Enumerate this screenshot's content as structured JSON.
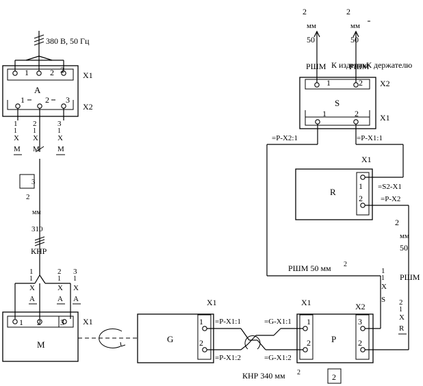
{
  "supply": {
    "label": "380 В, 50 Гц"
  },
  "block_a": {
    "name": "A",
    "strip_top": "X1",
    "strip_bottom": "X2",
    "top_pins": [
      "1",
      "2",
      "2"
    ],
    "bottom_pins": [
      "1",
      "2",
      "3"
    ]
  },
  "block_s": {
    "name": "S",
    "strip_top": "X2",
    "strip_bottom": "X1",
    "top_pins": [
      "1",
      "2"
    ],
    "bottom_pins": [
      "1",
      "2"
    ]
  },
  "block_r": {
    "name": "R",
    "strip": "X1",
    "pins": [
      "1",
      "2"
    ]
  },
  "block_m": {
    "name": "M",
    "strip": "X1",
    "pins": [
      "1",
      "2",
      "3"
    ]
  },
  "block_g": {
    "name": "G",
    "strip": "X1",
    "pins": [
      "1",
      "2"
    ]
  },
  "block_p": {
    "name": "P",
    "strip_left": "X1",
    "strip_right": "X2",
    "left_pins": [
      "1",
      "2"
    ],
    "right_pins": [
      "3",
      "2"
    ]
  },
  "top_cables": {
    "left_sup": "2",
    "left_unit": "мм",
    "left_val": "50",
    "right_sup": "2",
    "right_unit": "мм",
    "right_val": "50"
  },
  "top_labels": {
    "rshm_left": "РШМ",
    "k_left": "К изделию",
    "rshm_right": "РШМ",
    "k_right": "К держателю"
  },
  "s_wires": {
    "left": "=P-X2:1",
    "right": "=P-X1:1"
  },
  "r_wires": {
    "pin1": "=S2-X1",
    "pin2": "=P-X2"
  },
  "right_cable": {
    "sup": "2",
    "unit": "мм",
    "val": "50",
    "name": "РШМ"
  },
  "rshm_mid": {
    "text": "РШМ 50 мм",
    "sup": "2"
  },
  "a_marks": [
    {
      "n": "1",
      "sub1": "1",
      "x": "X",
      "m": "M"
    },
    {
      "n": "2",
      "sub1": "1",
      "x": "X",
      "m": "M"
    },
    {
      "n": "3",
      "sub1": "1",
      "x": "X",
      "m": "M"
    }
  ],
  "m_marks": [
    {
      "n": "1",
      "sub1": "1",
      "x": "X",
      "m": "A"
    },
    {
      "n": "2",
      "sub1": "1",
      "x": "X",
      "m": "A"
    },
    {
      "n": "3",
      "sub1": "1",
      "x": "X",
      "m": "A"
    }
  ],
  "xs_marks": {
    "n": "1",
    "sub": "1",
    "x": "X",
    "s": "S"
  },
  "xr_marks": {
    "n": "2",
    "sub": "1",
    "x": "X",
    "r": "R"
  },
  "khr_left": {
    "three": "3",
    "sup": "2",
    "unit": "мм",
    "val": "310",
    "name": "КНР"
  },
  "g_wires": {
    "top": "=P-X1:1",
    "bottom": "=P-X1:2"
  },
  "p_wires": {
    "top": "=G-X1:1",
    "bottom": "=G-X1:2"
  },
  "khr_bottom": {
    "text": "КНР 340 мм",
    "sup": "2"
  },
  "badge": "2"
}
